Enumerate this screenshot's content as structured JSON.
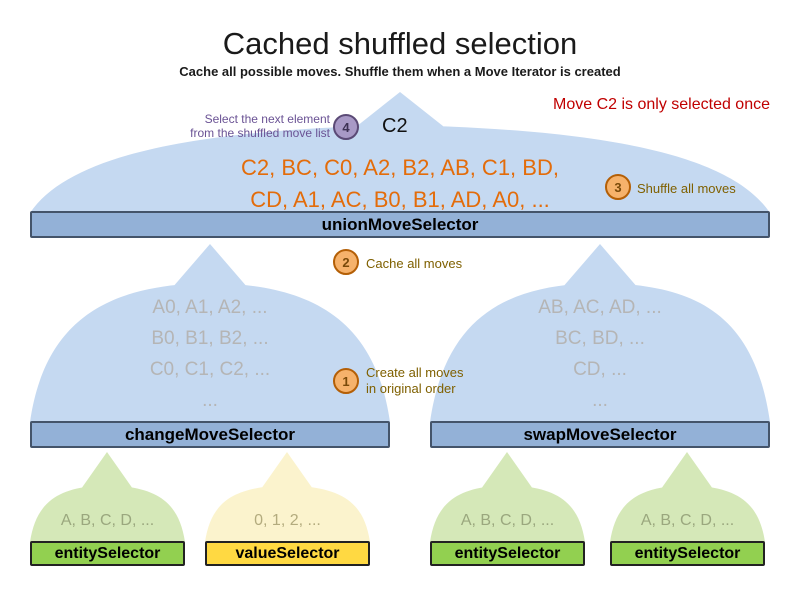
{
  "title": "Cached shuffled selection",
  "subtitle": "Cache all possible moves. Shuffle them when a Move Iterator is created",
  "note": "Move C2 is only selected once",
  "annotation": {
    "line1": "Select the next element",
    "line2": "from the shuffled move list"
  },
  "selected_move": "C2",
  "steps": {
    "step1": {
      "number": "1",
      "label_line1": "Create all moves",
      "label_line2": "in original order"
    },
    "step2": {
      "number": "2",
      "label": "Cache all moves"
    },
    "step3": {
      "number": "3",
      "label": "Shuffle all moves"
    },
    "step4": {
      "number": "4"
    }
  },
  "union": {
    "moves_line1": "C2, BC, C0, A2, B2, AB, C1, BD,",
    "moves_line2": "CD, A1, AC, B0, B1, AD, A0, ...",
    "label": "unionMoveSelector"
  },
  "change": {
    "lines": [
      "A0, A1, A2, ...",
      "B0, B1, B2, ...",
      "C0, C1, C2, ...",
      "..."
    ],
    "label": "changeMoveSelector"
  },
  "swap": {
    "lines": [
      "AB, AC, AD, ...",
      "BC, BD, ...",
      "CD, ...",
      "..."
    ],
    "label": "swapMoveSelector"
  },
  "bottom": [
    {
      "values": "A, B, C, D, ...",
      "label": "entitySelector"
    },
    {
      "values": "0, 1, 2, ...",
      "label": "valueSelector"
    },
    {
      "values": "A, B, C, D, ...",
      "label": "entitySelector"
    },
    {
      "values": "A, B, C, D, ...",
      "label": "entitySelector"
    }
  ],
  "colors": {
    "accent_orange": "#e36c0a",
    "note_red": "#c00000",
    "annotation_purple": "#6a5294",
    "step_label_brown": "#7f6000",
    "funnel_blue": "#c5d9f1",
    "bar_blue": "#93b1d7",
    "bar_green": "#92d050",
    "bar_yellow": "#ffd942",
    "funnel_green": "#d5e8b8",
    "funnel_yellow": "#fbf3cd"
  }
}
